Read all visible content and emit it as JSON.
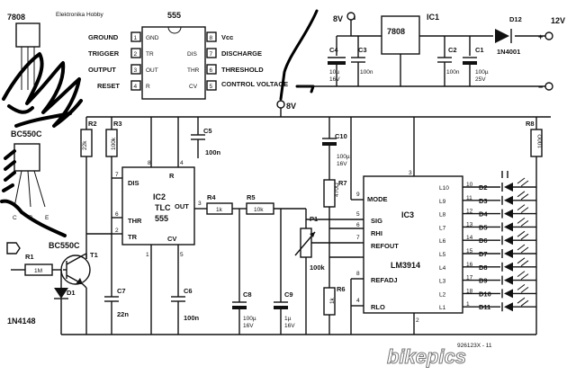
{
  "header": {
    "part_7808": "7808",
    "brand": "Elektronika Hobby",
    "ic555_title": "555"
  },
  "pinout555": {
    "left": [
      {
        "num": "1",
        "name": "GROUND",
        "inside": "GND"
      },
      {
        "num": "2",
        "name": "TRIGGER",
        "inside": "TR"
      },
      {
        "num": "3",
        "name": "OUTPUT",
        "inside": "OUT"
      },
      {
        "num": "4",
        "name": "RESET",
        "inside": "R"
      }
    ],
    "right": [
      {
        "num": "8",
        "name": "Vcc",
        "inside": ""
      },
      {
        "num": "7",
        "name": "DISCHARGE",
        "inside": "DIS"
      },
      {
        "num": "6",
        "name": "THRESHOLD",
        "inside": "THR"
      },
      {
        "num": "5",
        "name": "CONTROL VOLTAGE",
        "inside": "CV"
      }
    ]
  },
  "transistor_labels": {
    "bc550c_top": "BC550C",
    "pins": [
      "C",
      "B",
      "E"
    ]
  },
  "power": {
    "ic1_label": "IC1",
    "ic1_part": "7808",
    "v8_top": "8V",
    "v8_mid": "8V",
    "diode_ref": "D12",
    "diode_part": "1N4001",
    "v12": "12V",
    "c4_ref": "C4",
    "c4_val1": "10µ",
    "c4_val2": "16V",
    "c3_ref": "C3",
    "c3_val": "100n",
    "c2_ref": "C2",
    "c2_val": "100n",
    "c1_ref": "C1",
    "c1_val1": "100µ",
    "c1_val2": "25V"
  },
  "timer": {
    "r2_ref": "R2",
    "r2_val": "22k",
    "r3_ref": "R3",
    "r3_val": "100k",
    "c5_ref": "C5",
    "c5_val": "100n",
    "ic2_ref": "IC2",
    "ic2_part1": "TLC",
    "ic2_part2": "555",
    "dis": "DIS",
    "thr": "THR",
    "tr": "TR",
    "r_pin": "R",
    "out": "OUT",
    "cv": "CV",
    "c7_ref": "C7",
    "c7_val": "22n",
    "c6_ref": "C6",
    "c6_val": "100n",
    "pin_numbers": [
      "8",
      "4",
      "7",
      "6",
      "2",
      "3",
      "1",
      "5"
    ]
  },
  "input": {
    "r1_ref": "R1",
    "r1_val": "1M",
    "t1_part": "BC550C",
    "t1_ref": "T1",
    "d1_ref": "D1",
    "d1_part": "1N4148"
  },
  "filter": {
    "r4_ref": "R4",
    "r4_val": "1k",
    "r5_ref": "R5",
    "r5_val": "10k",
    "c8_ref": "C8",
    "c8_val1": "100µ",
    "c8_val2": "16V",
    "c9_ref": "C9",
    "c9_val1": "1µ",
    "c9_val2": "16V",
    "p1_ref": "P1",
    "p1_val": "100k"
  },
  "driver": {
    "c10_ref": "C10",
    "c10_val1": "100µ",
    "c10_val2": "16V",
    "r7_ref": "R7",
    "r7_val": "470Ω",
    "r6_ref": "R6",
    "r6_val": "1k",
    "ic3_ref": "IC3",
    "ic3_part": "LM3914",
    "left_pins": [
      {
        "num": "9",
        "name": "MODE"
      },
      {
        "num": "5",
        "name": "SIG"
      },
      {
        "num": "6",
        "name": "RHI"
      },
      {
        "num": "7",
        "name": "REFOUT"
      },
      {
        "num": "8",
        "name": "REFADJ"
      },
      {
        "num": "4",
        "name": "RLO"
      }
    ],
    "top_pin": "3",
    "bottom_pin": "2",
    "outputs": [
      {
        "name": "L10",
        "num": "10",
        "led": "D2"
      },
      {
        "name": "L9",
        "num": "11",
        "led": "D3"
      },
      {
        "name": "L8",
        "num": "12",
        "led": "D4"
      },
      {
        "name": "L7",
        "num": "13",
        "led": "D5"
      },
      {
        "name": "L6",
        "num": "14",
        "led": "D6"
      },
      {
        "name": "L5",
        "num": "15",
        "led": "D7"
      },
      {
        "name": "L4",
        "num": "16",
        "led": "D8"
      },
      {
        "name": "L3",
        "num": "17",
        "led": "D9"
      },
      {
        "name": "L2",
        "num": "18",
        "led": "D10"
      },
      {
        "name": "L1",
        "num": "1",
        "led": "D11"
      }
    ],
    "r8_ref": "R8",
    "r8_val": "100Ω"
  },
  "footer": {
    "code": "926123X - 11",
    "watermark": "bikepics"
  }
}
